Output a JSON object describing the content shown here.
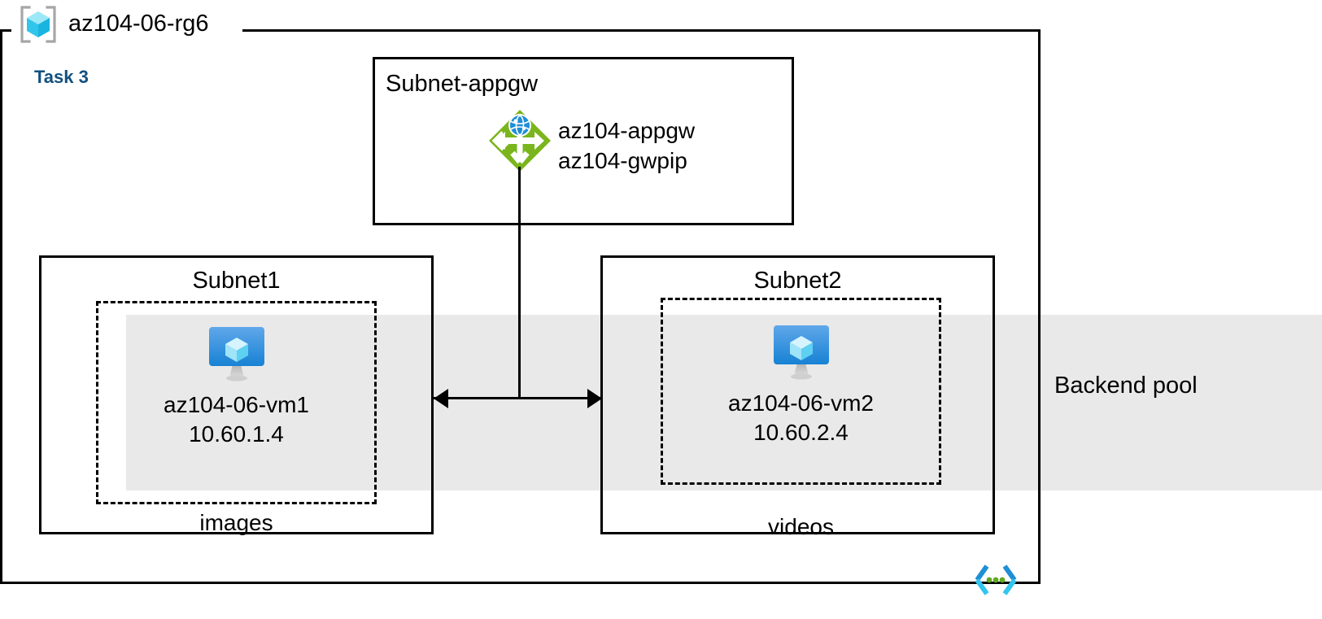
{
  "diagram": {
    "resource_group": {
      "name": "az104-06-rg6",
      "icon": "resource-group-cube-icon"
    },
    "task_badge": {
      "label": "Task 3",
      "color": "#12507f"
    },
    "backend_pool": {
      "label": "Backend pool",
      "band_color": "#e9e9e9"
    },
    "gateway_subnet": {
      "title": "Subnet-appgw",
      "icon": "application-gateway-icon",
      "icon_color": "#7ab51d",
      "resources": [
        "az104-appgw",
        "az104-gwpip"
      ]
    },
    "subnets": [
      {
        "title": "Subnet1",
        "vm_icon": "virtual-machine-icon",
        "vm_name": "az104-06-vm1",
        "vm_ip": "10.60.1.4",
        "endpoint": "images"
      },
      {
        "title": "Subnet2",
        "vm_icon": "virtual-machine-icon",
        "vm_name": "az104-06-vm2",
        "vm_ip": "10.60.2.4",
        "endpoint": "videos"
      }
    ],
    "footer_icon": "code-brackets-icon"
  }
}
